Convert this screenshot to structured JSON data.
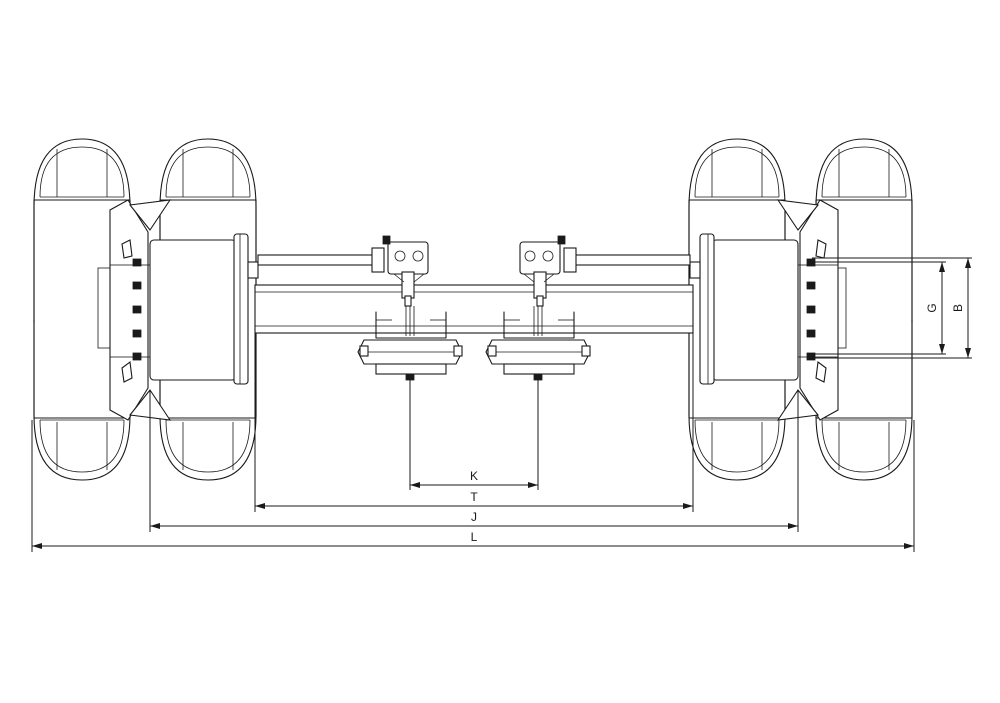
{
  "dimensions": {
    "K": "K",
    "T": "T",
    "J": "J",
    "L": "L",
    "G": "G",
    "B": "B"
  },
  "colors": {
    "line": "#1a1a1a",
    "background": "#ffffff"
  }
}
